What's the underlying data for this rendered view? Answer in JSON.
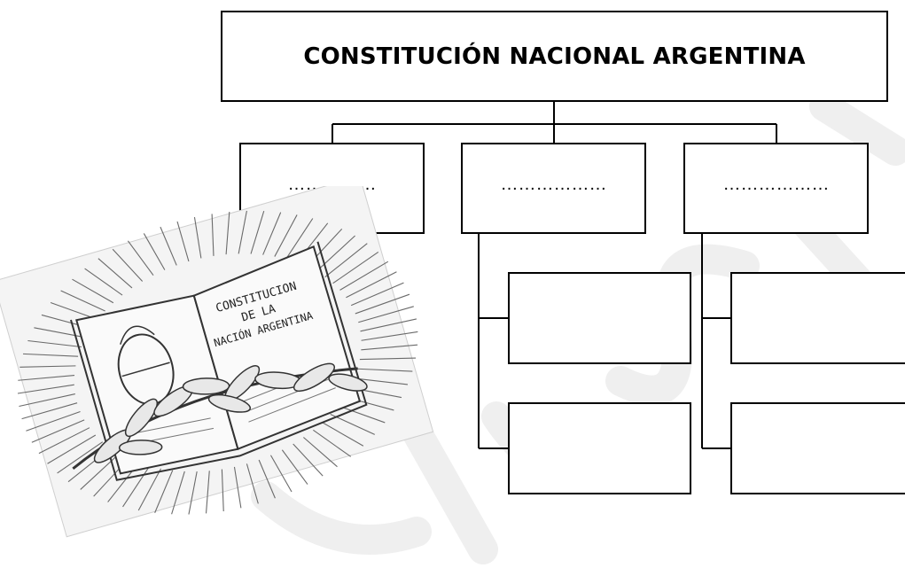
{
  "diagram": {
    "title": "CONSTITUCIÓN NACIONAL ARGENTINA",
    "branches": [
      {
        "label": "……………"
      },
      {
        "label": "………………"
      },
      {
        "label": "………………"
      }
    ],
    "sub_boxes": [
      {
        "label": ""
      },
      {
        "label": ""
      },
      {
        "label": ""
      },
      {
        "label": ""
      }
    ]
  },
  "illustration": {
    "book_title": [
      "CONSTITUCION",
      "DE LA",
      "NACIÓN ARGENTINA"
    ],
    "colors": {
      "ink": "#333333",
      "paper": "#f4f4f4",
      "rays": "#6a6a6a"
    }
  },
  "watermark": {
    "color": "#efefef"
  }
}
